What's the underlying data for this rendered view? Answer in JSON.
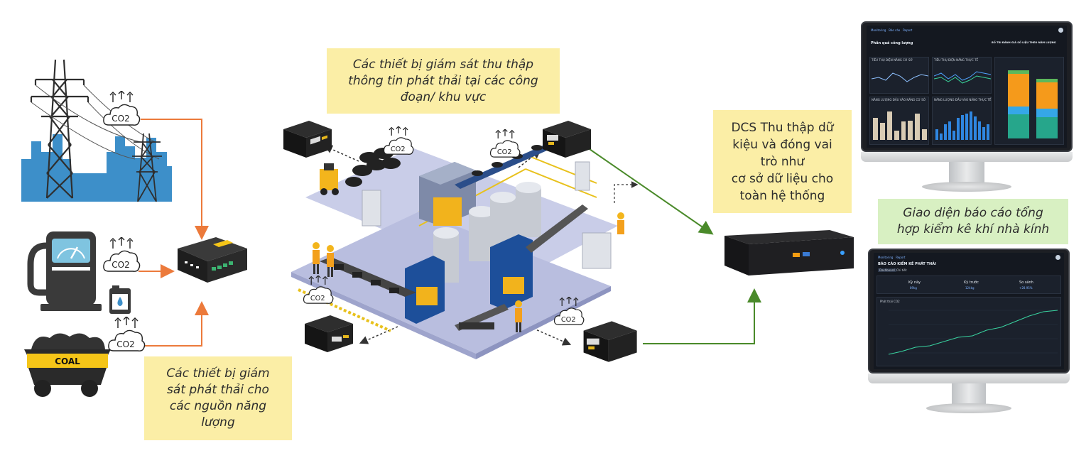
{
  "notes": {
    "monitoring_devices_stages": {
      "lines": [
        "Các thiết bị giám sát thu thập",
        "thông tin phát thải tại các công",
        "đoạn/ khu vực"
      ]
    },
    "dcs": {
      "lines": [
        "DCS Thu thập dữ",
        "kiệu và đóng vai",
        "trò như",
        "cơ sở dữ liệu cho",
        "toàn hệ thống"
      ]
    },
    "report_interface": {
      "lines": [
        "Giao diện báo cáo tổng",
        "hợp kiểm kê khí nhà kính"
      ]
    },
    "energy_source_devices": {
      "lines": [
        "Các thiết bị giám",
        "sát phát thải cho",
        "các nguồn năng",
        "lượng"
      ]
    }
  },
  "emission_labels": {
    "co2": "CO2"
  },
  "coal_cart_label": "COAL",
  "colors": {
    "note_yellow": "#fbeea6",
    "note_green": "#d8f0c2",
    "arrow_orange": "#ec7a3b",
    "arrow_green": "#4a8a2a",
    "grid_blue": "#3d8fc9",
    "coal_yellow": "#f5c518"
  },
  "dashboard_top": {
    "nav": [
      "Monitoring",
      "Báo cáo",
      "Report"
    ],
    "section_left": "Phân quá công lượng",
    "section_right": "BỐ TRI ĐÁNH GIÁ SỐ LIỆU THEO NĂM LƯỢNG",
    "panels": [
      "TIÊU THỤ ĐIỆN NĂNG CƠ SỞ",
      "TIÊU THỤ ĐIỆN NĂNG THỰC TẾ",
      "NĂNG LƯỢNG ĐẦU VÀO NĂNG CƠ SỞ",
      "NĂNG LƯỢNG ĐẦU VÀO NĂNG THỰC TẾ"
    ]
  },
  "dashboard_bottom": {
    "title": "BÁO CÁO KIỂM KÊ PHÁT THẢI",
    "tabs": [
      "Dashboard",
      "Chi tiết"
    ],
    "summary": [
      {
        "label": "Kỳ này",
        "value": "89kg"
      },
      {
        "label": "Kỳ trước",
        "value": "124kg"
      },
      {
        "label": "So sánh",
        "value": "+28.95%"
      }
    ],
    "chart_caption": "Phát thải CO2"
  }
}
